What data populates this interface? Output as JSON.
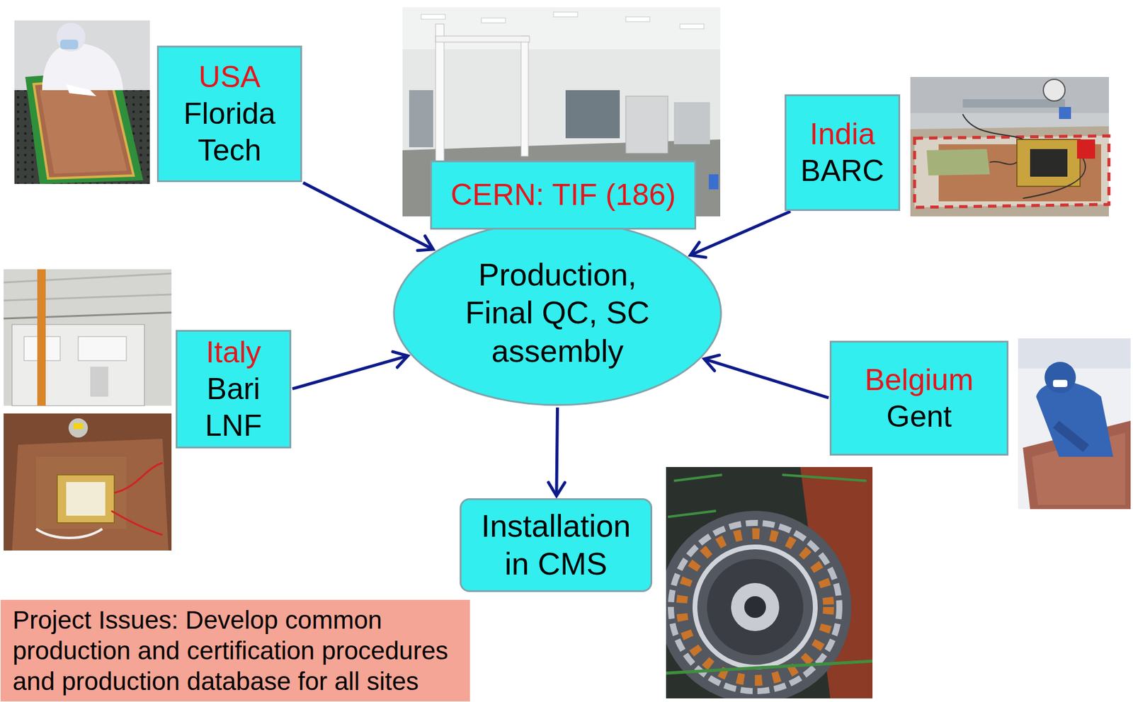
{
  "diagram": {
    "nodes": [
      {
        "text": [
          "USA",
          "Florida Tech"
        ]
      },
      {
        "text": [
          "CERN: TIF (186)"
        ]
      },
      {
        "text": [
          "India",
          "BARC"
        ]
      },
      {
        "text": [
          "Production, Final QC, SC assembly"
        ]
      },
      {
        "text": [
          "Italy",
          "Bari LNF"
        ]
      },
      {
        "text": [
          "Belgium",
          "Gent"
        ]
      },
      {
        "text": [
          "Installation in CMS"
        ]
      },
      {
        "text": [
          "Project Issues: Develop common production and certification procedures and production database for all sites"
        ]
      }
    ],
    "edges": [
      {
        "from": 0,
        "to": 3,
        "arrow": "to"
      },
      {
        "from": 2,
        "to": 3,
        "arrow": "to"
      },
      {
        "from": 4,
        "to": 3,
        "arrow": "to"
      },
      {
        "from": 5,
        "to": 3,
        "arrow": "to"
      },
      {
        "from": 3,
        "to": 6,
        "arrow": "to"
      }
    ]
  }
}
